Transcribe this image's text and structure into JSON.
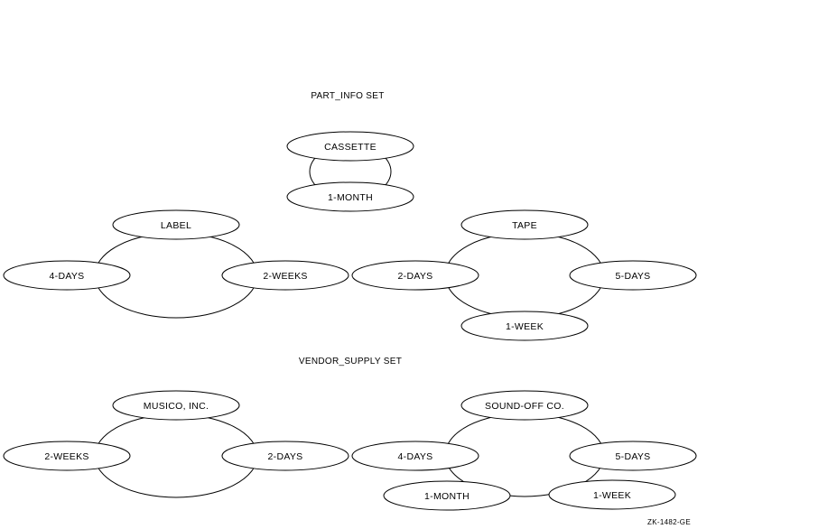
{
  "part_info": {
    "title": "PART_INFO SET",
    "cassette": {
      "owner": "CASSETTE",
      "members": [
        "1-MONTH"
      ]
    },
    "label": {
      "owner": "LABEL",
      "members": [
        "4-DAYS",
        "2-WEEKS"
      ]
    },
    "tape": {
      "owner": "TAPE",
      "members": [
        "2-DAYS",
        "5-DAYS",
        "1-WEEK"
      ]
    }
  },
  "vendor_supply": {
    "title": "VENDOR_SUPPLY SET",
    "musico": {
      "owner": "MUSICO, INC.",
      "members": [
        "2-WEEKS",
        "2-DAYS"
      ]
    },
    "soundoff": {
      "owner": "SOUND-OFF CO.",
      "members": [
        "4-DAYS",
        "5-DAYS",
        "1-MONTH",
        "1-WEEK"
      ]
    }
  },
  "figure_id": "ZK-1482-GE"
}
